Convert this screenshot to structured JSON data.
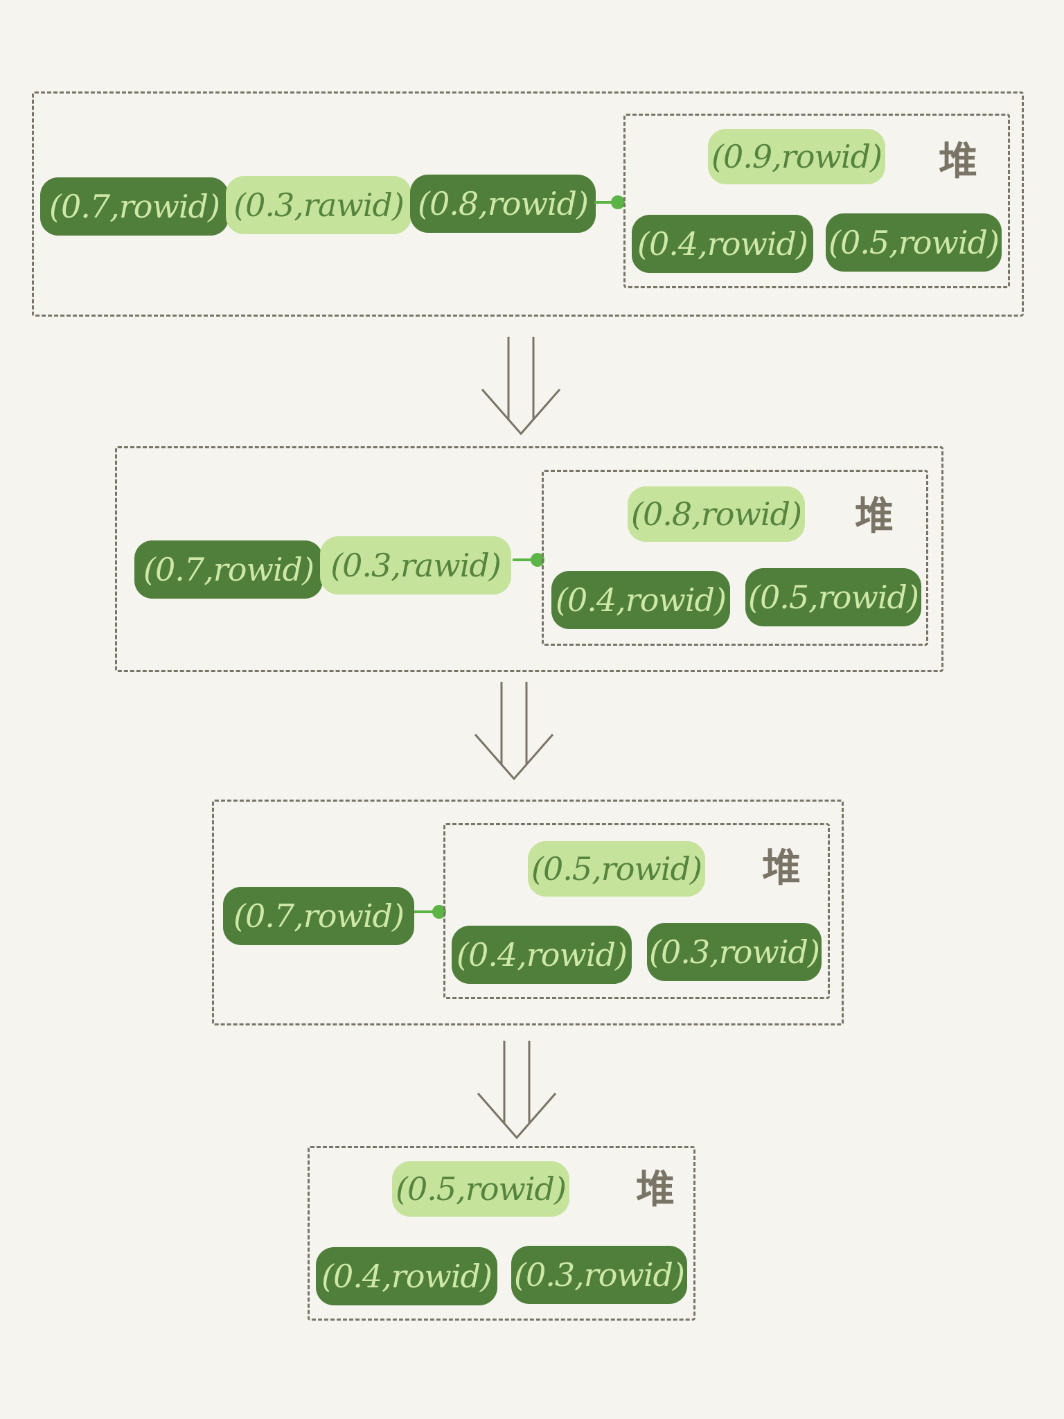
{
  "heap_label": "堆",
  "colors": {
    "dark_pill": "#4f7f3a",
    "light_pill": "#c6e39c",
    "dashed_border": "#7a7466",
    "connector": "#5bb445"
  },
  "icons": {
    "down_arrow": "double-line-down-arrow-icon",
    "connector": "connector-arrow-icon"
  },
  "stages": [
    {
      "queue": [
        "(0.7,rowid)",
        "(0.3,rawid)",
        "(0.8,rowid)"
      ],
      "heap_top": "(0.9,rowid)",
      "heap_children": [
        "(0.4,rowid)",
        "(0.5,rowid)"
      ]
    },
    {
      "queue": [
        "(0.7,rowid)",
        "(0.3,rawid)"
      ],
      "heap_top": "(0.8,rowid)",
      "heap_children": [
        "(0.4,rowid)",
        "(0.5,rowid)"
      ]
    },
    {
      "queue": [
        "(0.7,rowid)"
      ],
      "heap_top": "(0.5,rowid)",
      "heap_children": [
        "(0.4,rowid)",
        "(0.3,rowid)"
      ]
    },
    {
      "queue": [],
      "heap_top": "(0.5,rowid)",
      "heap_children": [
        "(0.4,rowid)",
        "(0.3,rowid)"
      ]
    }
  ]
}
